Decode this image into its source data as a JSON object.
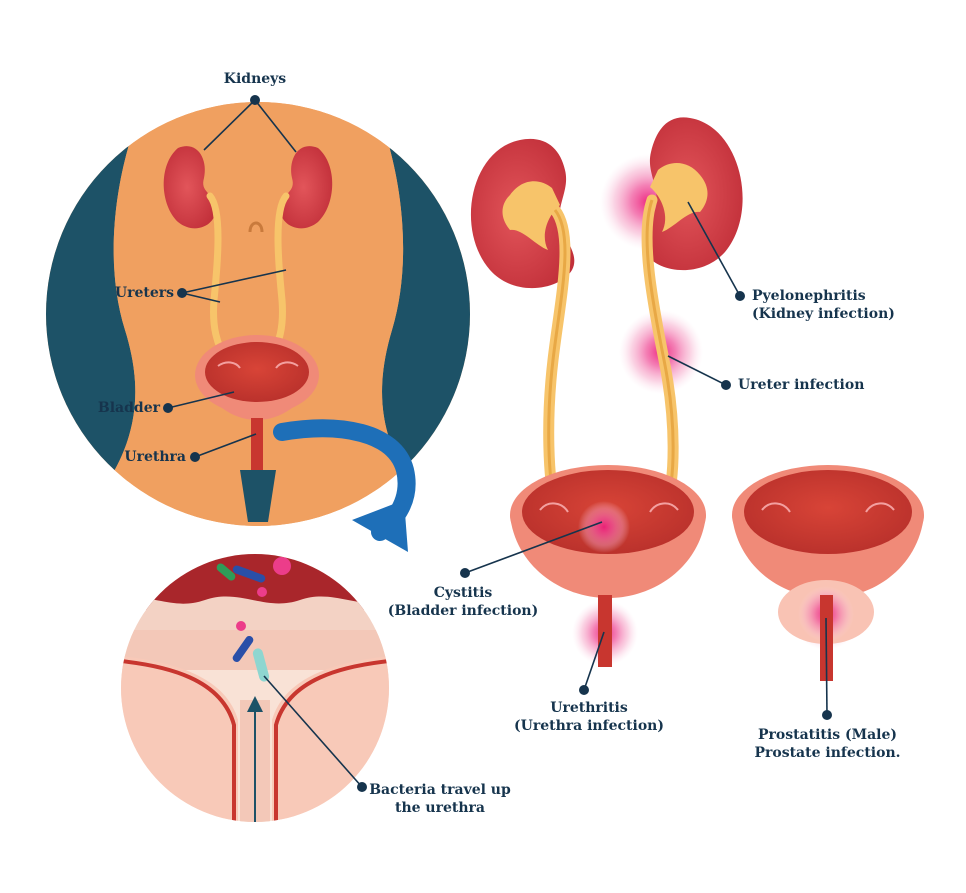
{
  "labels": {
    "kidneys": "Kidneys",
    "ureters": "Ureters",
    "bladder": "Bladder",
    "urethra": "Urethra",
    "pyelonephritis": "Pyelonephritis",
    "pyelonephritis_sub": "(Kidney infection)",
    "ureter_infection": "Ureter infection",
    "cystitis": "Cystitis",
    "cystitis_sub": "(Bladder infection)",
    "urethritis": "Urethritis",
    "urethritis_sub": "(Urethra infection)",
    "prostatitis": "Prostatitis (Male)",
    "prostatitis_sub": "Prostate infection.",
    "bacteria": "Bacteria travel up",
    "bacteria_sub": "the urethra"
  },
  "colors": {
    "skin": "#f3a566",
    "body_dark": "#1d5267",
    "kidney": "#c9343a",
    "kidney_light": "#e4575c",
    "ureter": "#f7c46a",
    "bladder_outer": "#f08a78",
    "bladder_inner": "#c8362f",
    "infection": "#ec3d8a",
    "arrow": "#1e6fb8",
    "label": "#16344d",
    "mucosa": "#f3c8b8",
    "mucosa_light": "#f9e2d6"
  },
  "icons": {
    "arrow": "curved-arrow-icon",
    "pointer": "label-pointer-dot-icon"
  }
}
